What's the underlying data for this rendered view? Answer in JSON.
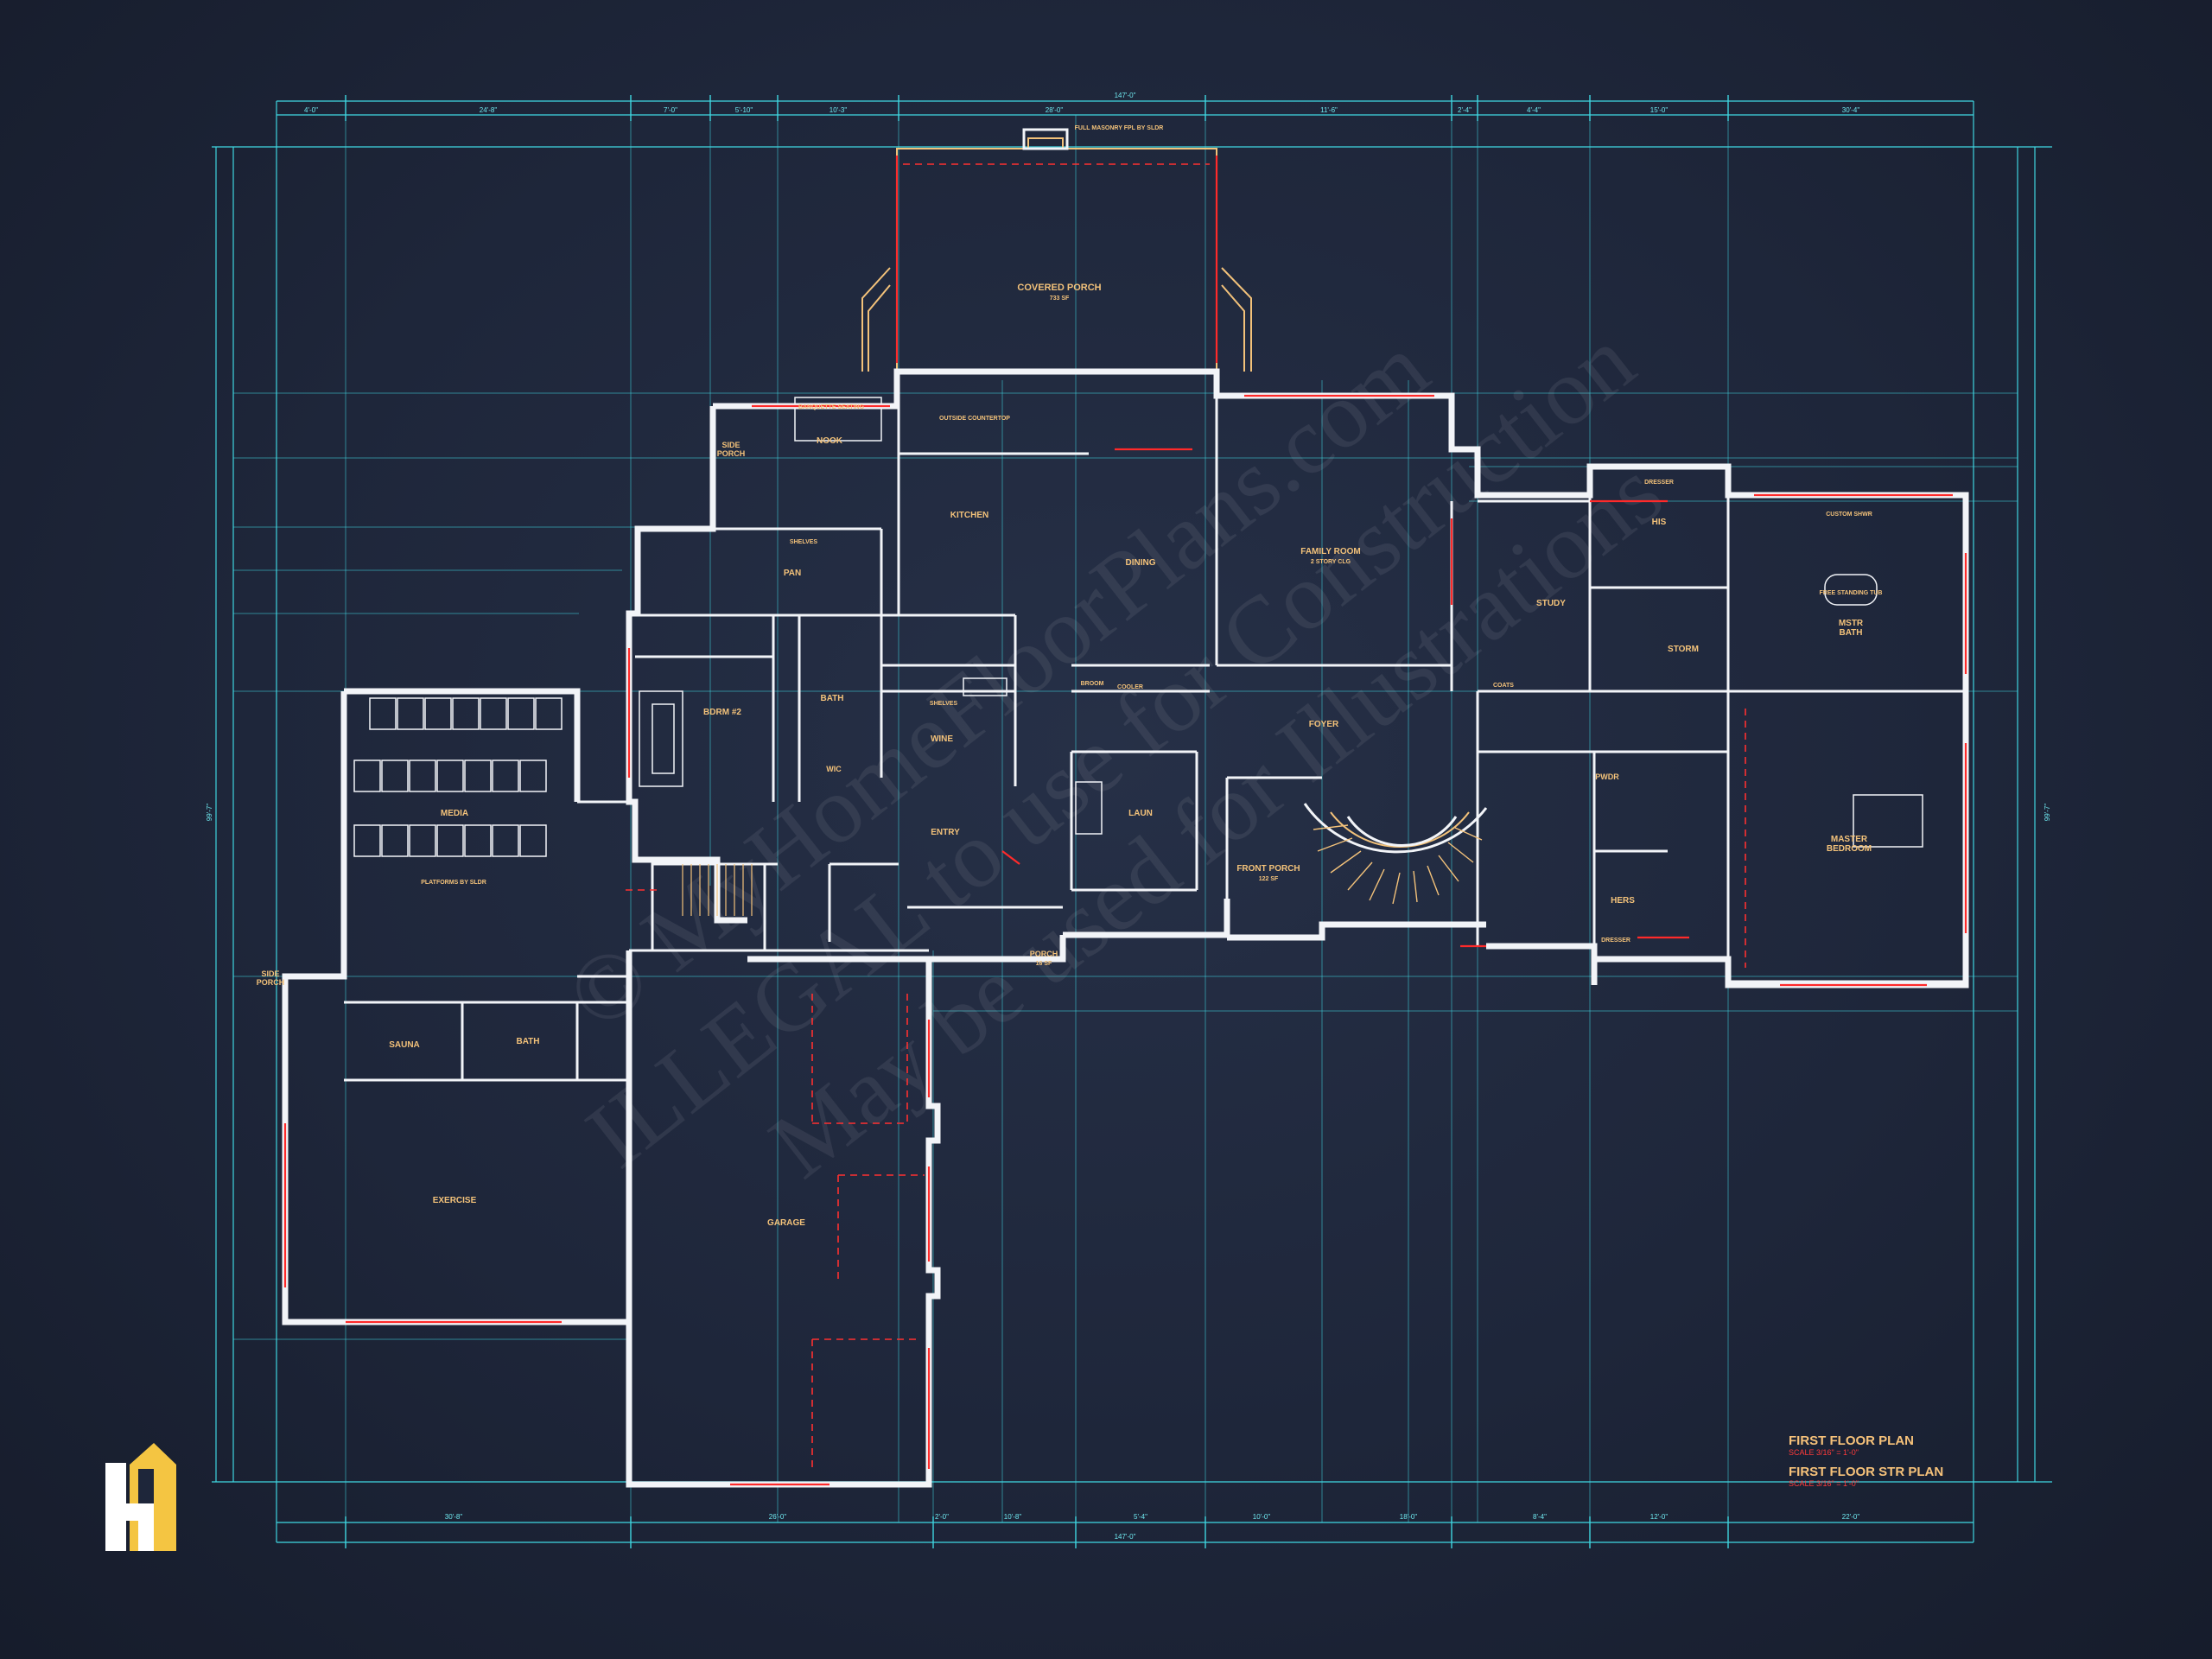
{
  "rooms": [
    {
      "id": "covered-porch",
      "name": "COVERED PORCH",
      "sub": "733 SF"
    },
    {
      "id": "nook",
      "name": "NOOK"
    },
    {
      "id": "kitchen",
      "name": "KITCHEN"
    },
    {
      "id": "dining",
      "name": "DINING"
    },
    {
      "id": "family-room",
      "name": "FAMILY ROOM",
      "sub": "2 STORY CLG"
    },
    {
      "id": "study",
      "name": "STUDY"
    },
    {
      "id": "his",
      "name": "HIS"
    },
    {
      "id": "storm",
      "name": "STORM"
    },
    {
      "id": "mstr-bath",
      "name": "MSTR",
      "sub": "BATH"
    },
    {
      "id": "pan",
      "name": "PAN"
    },
    {
      "id": "bdrm2",
      "name": "BDRM #2"
    },
    {
      "id": "bath1",
      "name": "BATH"
    },
    {
      "id": "wic",
      "name": "WIC"
    },
    {
      "id": "wine",
      "name": "WINE"
    },
    {
      "id": "media",
      "name": "MEDIA"
    },
    {
      "id": "foyer",
      "name": "FOYER"
    },
    {
      "id": "laun",
      "name": "LAUN"
    },
    {
      "id": "entry",
      "name": "ENTRY"
    },
    {
      "id": "front-porch",
      "name": "FRONT PORCH",
      "sub": "122 SF"
    },
    {
      "id": "pwdr",
      "name": "PWDR"
    },
    {
      "id": "hers",
      "name": "HERS"
    },
    {
      "id": "master-bedroom",
      "name": "MASTER",
      "sub": "BEDROOM"
    },
    {
      "id": "sauna",
      "name": "SAUNA"
    },
    {
      "id": "bath2",
      "name": "BATH"
    },
    {
      "id": "exercise",
      "name": "EXERCISE"
    },
    {
      "id": "garage",
      "name": "GARAGE"
    },
    {
      "id": "side-porch-top",
      "name": "SIDE",
      "sub": "PORCH"
    },
    {
      "id": "side-porch-left",
      "name": "SIDE",
      "sub": "PORCH"
    },
    {
      "id": "porch",
      "name": "PORCH",
      "sub": "16 SF"
    }
  ],
  "dimensions": {
    "overall_width": "147'-0\"",
    "top_segments": [
      "4'-0\"",
      "24'-8\"",
      "7'-0\"",
      "5'-10\"",
      "10'-3\"",
      "28'-0\"",
      "11'-6\"",
      "2'-4\"",
      "4'-4\"",
      "15'-0\"",
      "30'-4\""
    ],
    "bottom_segments": [
      "30'-8\"",
      "26'-0\"",
      "2'-0\"",
      "10'-8\"",
      "5'-4\"",
      "10'-0\"",
      "18'-0\"",
      "8'-4\"",
      "12'-0\"",
      "22'-0\""
    ],
    "left_total": "99'-7\"",
    "right_total": "99'-7\""
  },
  "labels": {
    "platforms": "PLATFORMS BY SLDR",
    "outside_countertop": "OUTSIDE COUNTERTOP",
    "banquette": "BANQUETTE SEATING",
    "fireplace": "FULL MASONRY FPL BY SLDR",
    "free_standing_tub": "FREE STANDING TUB",
    "custom_shwr": "CUSTOM SHWR",
    "coats": "COATS",
    "dresser": "DRESSER",
    "cooler": "COOLER",
    "broom": "BROOM",
    "shelves": "SHELVES"
  },
  "title_block": {
    "line1": "FIRST FLOOR PLAN",
    "scale1": "SCALE 3/16\" = 1'-0\"",
    "line2": "FIRST FLOOR STR PLAN",
    "scale2": "SCALE 3/16\" = 1'-0\""
  },
  "watermark": {
    "line1": "© MyHomeFloorPlans.com",
    "line2": "ILLEGAL to use for Construction",
    "line3": "May be used for Illustrations"
  },
  "colors": {
    "background": "#1e263a",
    "dimension": "#3fd6e0",
    "wall": "#f2f4f8",
    "window": "#ff2a2a",
    "label": "#f3c27a",
    "logo": "#f4c542"
  },
  "logo": {
    "icon": "house-h-logo-icon"
  }
}
